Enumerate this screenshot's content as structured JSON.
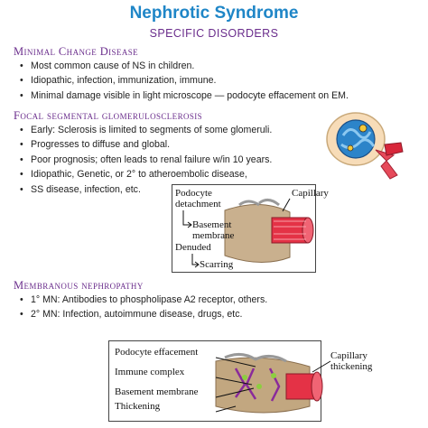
{
  "header": {
    "title": "Nephrotic Syndrome",
    "subtitle": "SPECIFIC DISORDERS"
  },
  "sections": [
    {
      "heading": "Minimal Change Disease",
      "bullets": [
        "Most common cause of NS in children.",
        "Idiopathic, infection, immunization, immune.",
        "Minimal damage visible in light microscope — podocyte effacement on EM."
      ]
    },
    {
      "heading": "Focal segmental glomerulosclerosis",
      "bullets": [
        "Early: Sclerosis is limited to segments of some glomeruli.",
        "Progresses to diffuse and global.",
        "Poor prognosis; often leads to renal failure w/in 10 years.",
        "Idiopathic, Genetic, or 2° to atheroembolic disease,",
        "SS disease, infection, etc."
      ]
    },
    {
      "heading": "Membranous nephropathy",
      "bullets": [
        "1° MN: Antibodies to phospholipase A2 receptor, others.",
        "2° MN: Infection, autoimmune disease, drugs, etc."
      ]
    }
  ],
  "fsgs_diagram": {
    "podocyte_detachment_line1": "Podocyte",
    "podocyte_detachment_line2": "detachment",
    "basement_membrane_line1": "Basement",
    "basement_membrane_line2": "membrane",
    "denuded": "Denuded",
    "scarring": "Scarring",
    "capillary": "Capillary"
  },
  "mn_diagram": {
    "podocyte_effacement": "Podocyte effacement",
    "immune_complex": "Immune complex",
    "basement_membrane": "Basement membrane",
    "thickening": "Thickening",
    "capillary_line1": "Capillary",
    "capillary_line2": "thickening"
  },
  "colors": {
    "title": "#1f86c7",
    "accent_purple": "#6a2d8c",
    "capillary_red": "#d8263a",
    "tissue_tan": "#b59a7a",
    "immune_green": "#8ccf3f"
  },
  "icons": {
    "glomerulus": "glomerulus-illustration-icon"
  }
}
